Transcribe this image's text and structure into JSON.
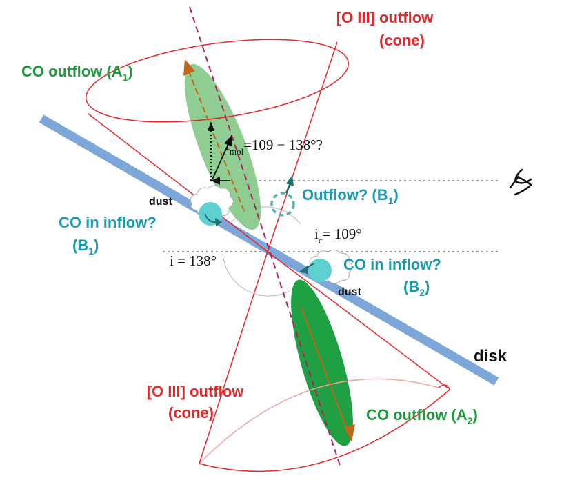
{
  "colors": {
    "cone": "#e8262a",
    "cone_back": "#f4a0a4",
    "co_outflow_light": "#86c98a",
    "co_outflow_dark": "#1fa043",
    "disk": "#7da6d9",
    "inflow": "#5fd0d0",
    "outflow_b": "#5ab0b0",
    "axis_dashed": "#b0205a",
    "guide": "#999999",
    "arrow_orange": "#c0661a",
    "text_green": "#1e9a3c",
    "text_teal": "#1a9ab0",
    "text_red": "#e8262a",
    "text_black": "#111111"
  },
  "labels": {
    "oiii_top_line1": "[O III] outflow",
    "oiii_top_line2": "(cone)",
    "oiii_bottom_line1": "[O III] outflow",
    "oiii_bottom_line2": "(cone)",
    "co_outflow_a1_text": "CO outflow (A",
    "co_outflow_a1_sub": "1",
    "co_outflow_a1_close": ")",
    "co_outflow_a2_text": "CO outflow (A",
    "co_outflow_a2_sub": "2",
    "co_outflow_a2_close": ")",
    "outflow_b1_text": "Outflow? (B",
    "outflow_b1_sub": "1",
    "outflow_b1_close": ")",
    "co_inflow_left_line1": "CO in inflow?",
    "co_inflow_left_line2_open": "(B",
    "co_inflow_left_line2_sub": "1",
    "co_inflow_left_line2_close": ")",
    "co_inflow_right_line1": "CO in inflow?",
    "co_inflow_right_line2_open": "(B",
    "co_inflow_right_line2_sub": "2",
    "co_inflow_right_line2_close": ")",
    "dust_left": "dust",
    "dust_right": "dust",
    "disk": "disk",
    "i_mol_main": "i",
    "i_mol_sub": "mol",
    "i_mol_value": "=109 − 138°?",
    "i_c_main": "i",
    "i_c_sub": "c",
    "i_c_value": "= 109°",
    "i_disk": "i = 138°"
  },
  "icons": {
    "observer": "eye-icon"
  }
}
